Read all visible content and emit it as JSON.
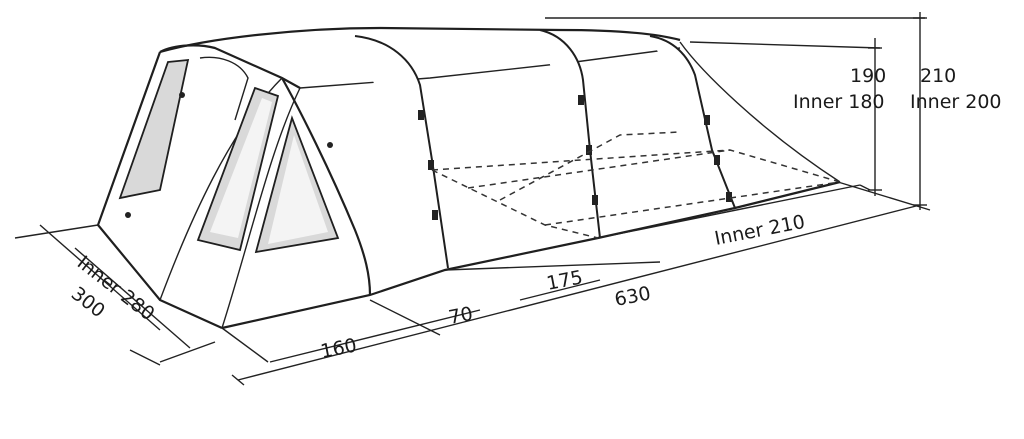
{
  "colors": {
    "line": "#222222",
    "window_fill": "#d9d9d9",
    "background": "#ffffff"
  },
  "dimensions": {
    "height_outer": "210",
    "height_outer_inner": "Inner 200",
    "height_rear": "190",
    "height_rear_inner": "Inner 180",
    "width_inner": "Inner 280",
    "width_outer": "300",
    "porch_length": "160",
    "middle_length": "70",
    "bedroom_length": "175",
    "total_length": "630",
    "bedroom_inner": "Inner 210"
  }
}
